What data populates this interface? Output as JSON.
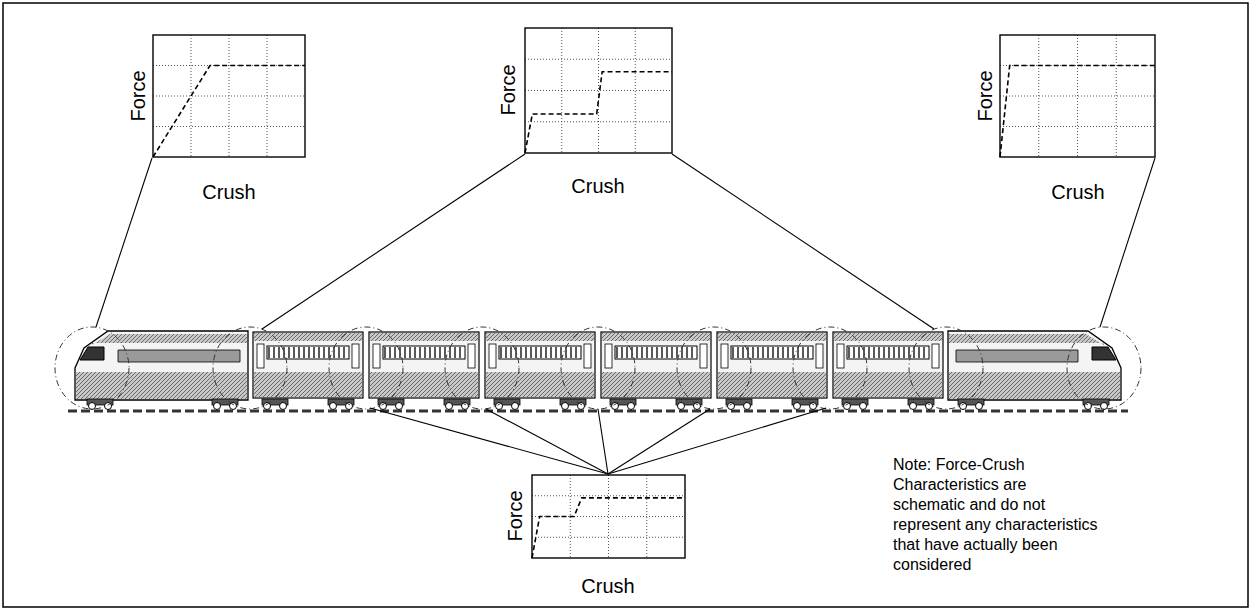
{
  "diagram": {
    "nodes": [
      {
        "text": [
          "Force",
          "Crush"
        ]
      },
      {
        "text": [
          "Force",
          "Crush"
        ]
      },
      {
        "text": [
          "Force",
          "Crush"
        ]
      },
      {
        "text": [
          "Force",
          "Crush"
        ]
      }
    ],
    "labels": [
      "Note: Force-Crush Characteristics are schematic and do not represent any characteristics that have actually been considered"
    ]
  }
}
